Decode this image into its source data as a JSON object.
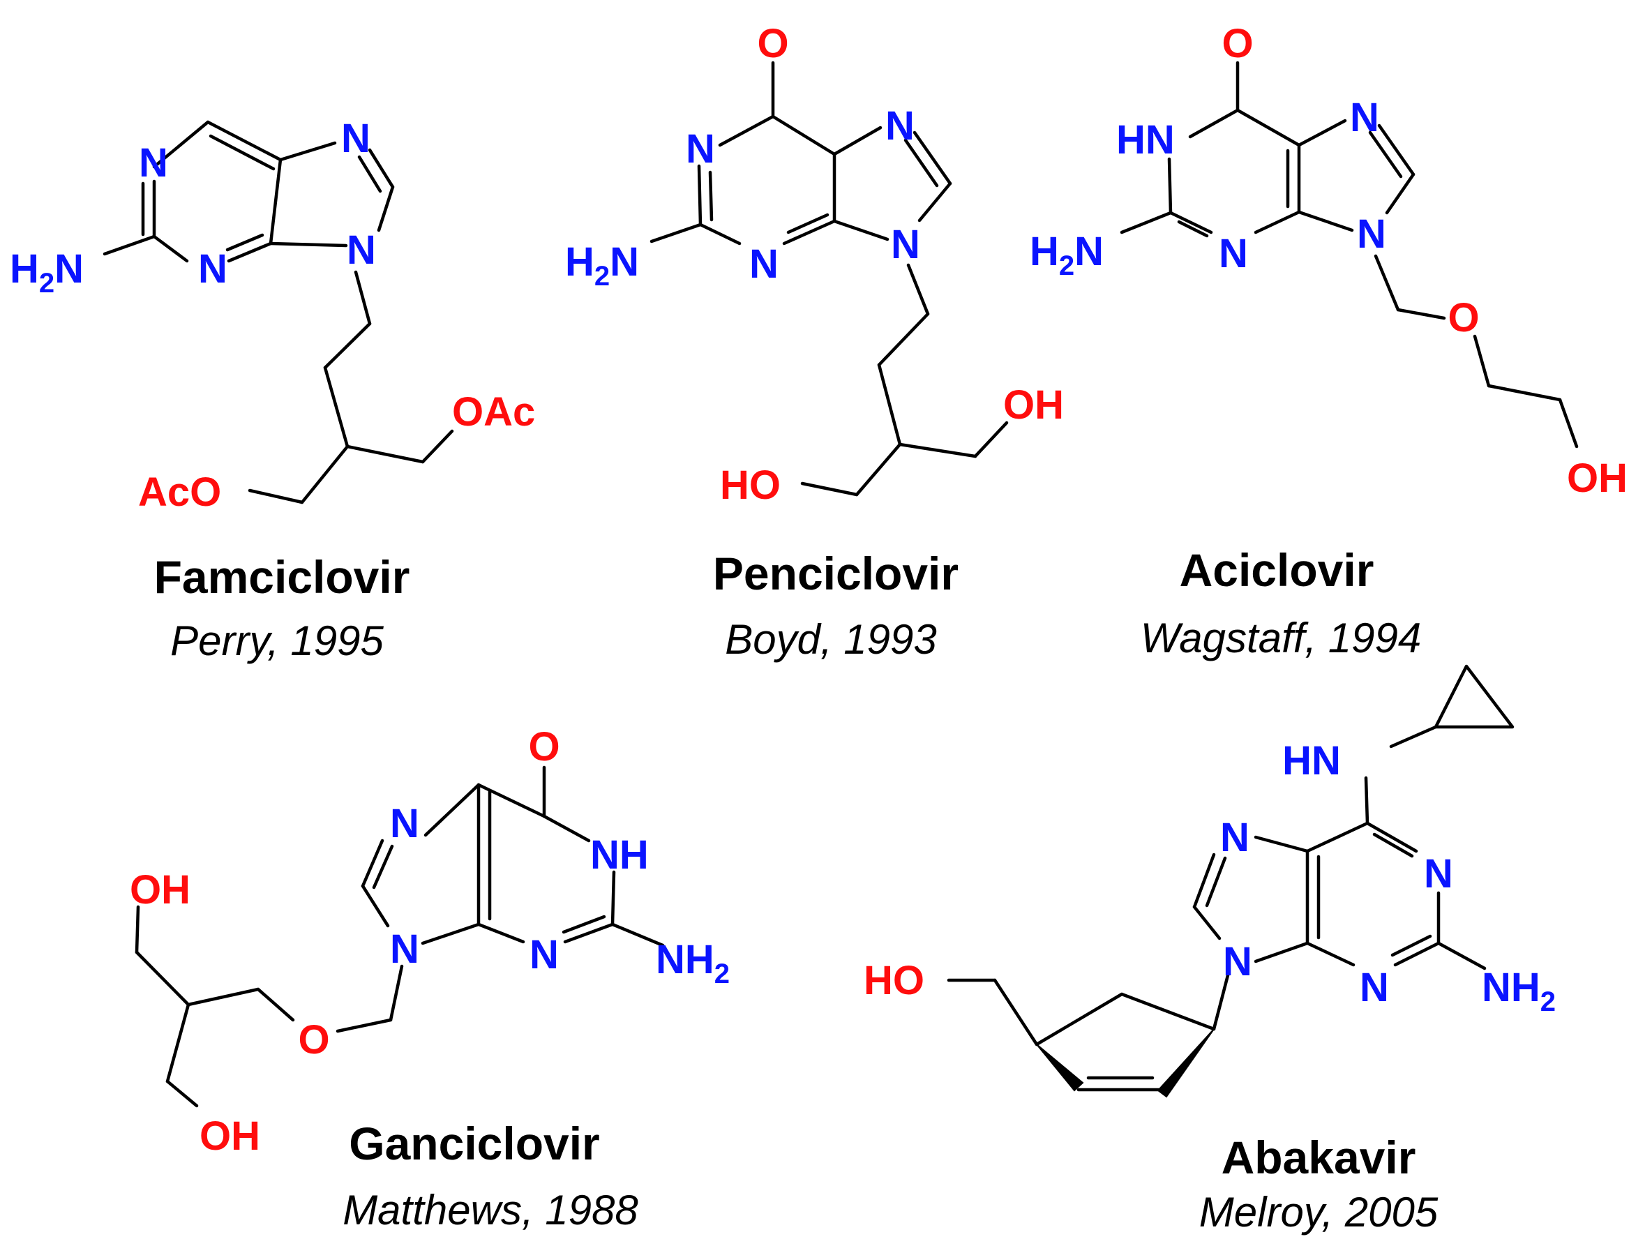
{
  "colors": {
    "heteroatom_N": "#0a14ff",
    "heteroatom_O": "#ff0d0d",
    "bond": "#000000"
  },
  "famciclovir": {
    "name": "Famciclovir",
    "citation": "Perry, 1995",
    "N1": "N",
    "N3": "N",
    "N7": "N",
    "N9": "N",
    "NH2_main": "H",
    "NH2_sub": "2",
    "NH2_tail": "N",
    "OAc_right": "OAc",
    "AcO_left": "AcO"
  },
  "penciclovir": {
    "name": "Penciclovir",
    "citation": "Boyd, 1993",
    "O": "O",
    "N1": "N",
    "N3": "N",
    "N7": "N",
    "N9": "N",
    "NH2_main": "H",
    "NH2_sub": "2",
    "NH2_tail": "N",
    "OH_right": "OH",
    "HO_left": "HO"
  },
  "aciclovir": {
    "name": "Aciclovir",
    "citation": "Wagstaff, 1994",
    "O": "O",
    "HN": "HN",
    "N3": "N",
    "N7": "N",
    "N9": "N",
    "NH2_main": "H",
    "NH2_sub": "2",
    "NH2_tail": "N",
    "O_ether": "O",
    "OH": "OH"
  },
  "ganciclovir": {
    "name": "Ganciclovir",
    "citation": "Matthews, 1988",
    "O": "O",
    "NH": "NH",
    "N3": "N",
    "N7": "N",
    "N9": "N",
    "NH2_main": "NH",
    "NH2_sub": "2",
    "O_ether": "O",
    "OH_top": "OH",
    "OH_bottom": "OH"
  },
  "abakavir": {
    "name": "Abakavir",
    "citation": "Melroy, 2005",
    "HN": "HN",
    "N1": "N",
    "N3": "N",
    "N7": "N",
    "N9": "N",
    "NH2_main": "NH",
    "NH2_sub": "2",
    "HO": "HO"
  }
}
